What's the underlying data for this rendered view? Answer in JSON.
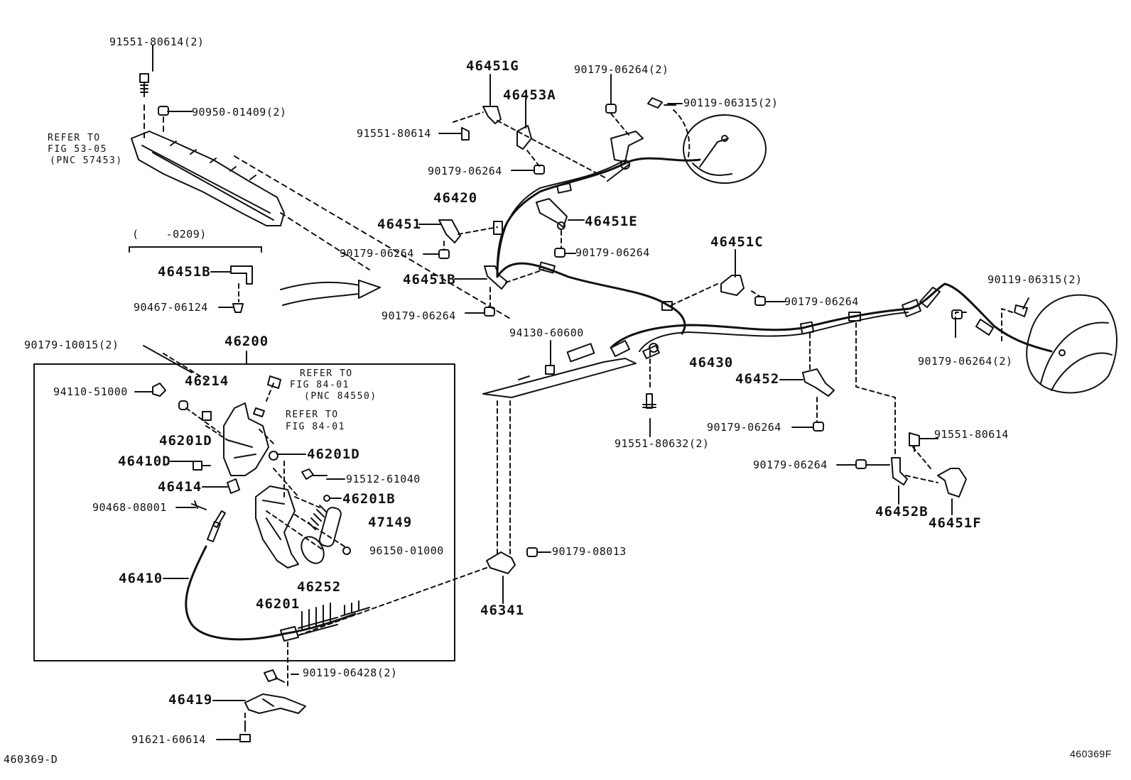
{
  "labels": {
    "bolt_top_left": "91551-80614(2)",
    "nut_90950": "90950-01409(2)",
    "refer_53_l1": "REFER TO",
    "refer_53_l2": "FIG 53-05",
    "refer_53_l3": "(PNC 57453)",
    "date_range": "(    -0209)",
    "p46451B_left": "46451B",
    "clip_90467": "90467-06124",
    "p46451G": "46451G",
    "p46453A": "46453A",
    "bolt_91551_upper": "91551-80614",
    "nut_90179_upper": "90179-06264",
    "p46420": "46420",
    "p46451": "46451",
    "nut_90179_46451": "90179-06264",
    "p46451B_mid": "46451B",
    "nut_90179_46451B": "90179-06264",
    "nut_90179_top_right": "90179-06264(2)",
    "bolt_90119_top": "90119-06315(2)",
    "p46451E": "46451E",
    "nut_90179_46451E": "90179-06264",
    "p46451C": "46451C",
    "nut_90179_46451C": "90179-06264",
    "bolt_90119_right": "90119-06315(2)",
    "nut_90179_right": "90179-06264(2)",
    "clip_94130": "94130-60600",
    "p46430": "46430",
    "p46452": "46452",
    "nut_90179_46452": "90179-06264",
    "bolt_91551_80632": "91551-80632(2)",
    "bolt_91551_right": "91551-80614",
    "nut_90179_46452B": "90179-06264",
    "p46452B": "46452B",
    "p46451F": "46451F",
    "nut_90179_10015": "90179-10015(2)",
    "p46200": "46200",
    "p46214": "46214",
    "refer_84_a_l1": "REFER TO",
    "refer_84_a_l2": "FIG 84-01",
    "refer_84_a_l3": "(PNC 84550)",
    "refer_84_b_l1": "REFER TO",
    "refer_84_b_l2": "FIG 84-01",
    "cap_94110": "94110-51000",
    "p46201D_a": "46201D",
    "p46201D_b": "46201D",
    "p46410D": "46410D",
    "bolt_91512": "91512-61040",
    "p46414": "46414",
    "p46201B": "46201B",
    "pin_90468": "90468-08001",
    "p47149": "47149",
    "ring_96150": "96150-01000",
    "p46252": "46252",
    "p46410": "46410",
    "p46201": "46201",
    "nut_90179_08013": "90179-08013",
    "p46341": "46341",
    "bolt_90119_06428": "90119-06428(2)",
    "p46419": "46419",
    "bolt_91621": "91621-60614",
    "fig_code_left": "460369-D",
    "fig_code_right": "460369F"
  }
}
